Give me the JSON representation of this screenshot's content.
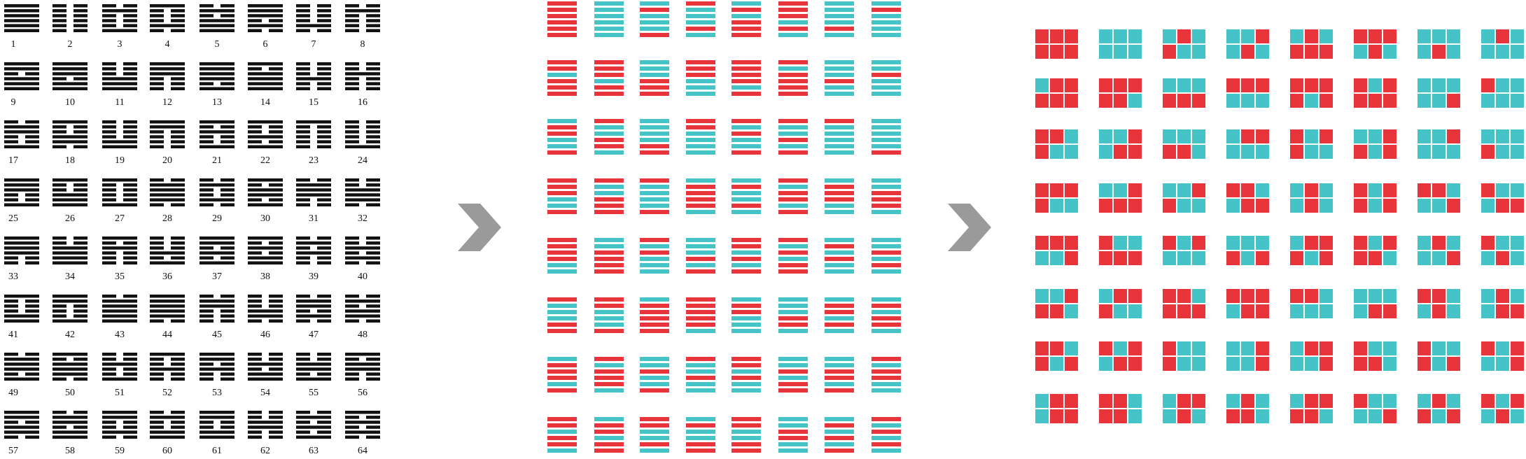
{
  "colors": {
    "ink": "#111111",
    "yang_red": "#e8353b",
    "yin_teal": "#45c3c7",
    "arrow": "#9a9a9a"
  },
  "panels": {
    "source": {
      "name": "black-and-white hexagram table",
      "count": 64
    },
    "colored": {
      "name": "red/teal hexagram table",
      "count": 64
    },
    "grid": {
      "name": "2x3 cell grid table",
      "count": 64
    }
  },
  "labels": [
    "1",
    "2",
    "3",
    "4",
    "5",
    "6",
    "7",
    "8",
    "9",
    "10",
    "11",
    "12",
    "13",
    "14",
    "15",
    "16",
    "17",
    "18",
    "19",
    "20",
    "21",
    "22",
    "23",
    "24",
    "25",
    "26",
    "27",
    "28",
    "29",
    "30",
    "31",
    "32",
    "33",
    "34",
    "35",
    "36",
    "37",
    "38",
    "39",
    "40",
    "41",
    "42",
    "43",
    "44",
    "45",
    "46",
    "47",
    "48",
    "49",
    "50",
    "51",
    "52",
    "53",
    "54",
    "55",
    "56",
    "57",
    "58",
    "59",
    "60",
    "61",
    "62",
    "63",
    "64"
  ],
  "hexagrams": [
    "111111",
    "000000",
    "100010",
    "010001",
    "111010",
    "010111",
    "010000",
    "000010",
    "111011",
    "110111",
    "111000",
    "000111",
    "101111",
    "111101",
    "001000",
    "000100",
    "100110",
    "011001",
    "110000",
    "000011",
    "100101",
    "101001",
    "000001",
    "100000",
    "100111",
    "111001",
    "100001",
    "011110",
    "010010",
    "101101",
    "001110",
    "011100",
    "001111",
    "111100",
    "000101",
    "101000",
    "101011",
    "110101",
    "001010",
    "010100",
    "110001",
    "100011",
    "111110",
    "011111",
    "000110",
    "011000",
    "010110",
    "011010",
    "101110",
    "011101",
    "100100",
    "001001",
    "001011",
    "110100",
    "101100",
    "001101",
    "011011",
    "110110",
    "010011",
    "110010",
    "110011",
    "001100",
    "101010",
    "010101"
  ],
  "arrows": [
    {
      "name": "arrow-one",
      "direction": "right"
    },
    {
      "name": "arrow-two",
      "direction": "right"
    }
  ]
}
